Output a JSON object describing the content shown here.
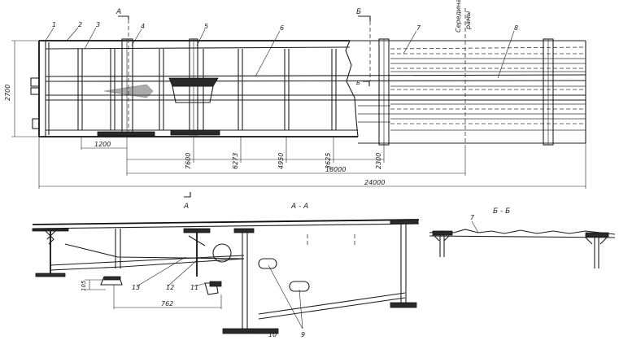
{
  "callouts": {
    "c1": "1",
    "c2": "2",
    "c3": "3",
    "c4": "4",
    "c5": "5",
    "c6": "6",
    "c7": "7",
    "c8": "8",
    "c9": "9",
    "c10": "10",
    "c11": "11",
    "c12": "12",
    "c13": "13"
  },
  "section_marks": {
    "a_top": "А",
    "a_bottom": "А",
    "b_top": "Б",
    "b_mid": "Б"
  },
  "center_note": [
    "Середина",
    "рамы"
  ],
  "dimensions": {
    "height": "2700",
    "d1200": "1200",
    "d7600": "7600",
    "d6273": "6273",
    "d4950": "4950",
    "d3625": "3625",
    "d2300": "2300",
    "d18000": "18000",
    "d24000": "24000",
    "d105": "105",
    "d762": "762"
  },
  "section_titles": {
    "aa": "А - А",
    "bb": "Б - Б"
  },
  "colors": {
    "ink": "#1e1e1e",
    "paper": "#ffffff"
  }
}
